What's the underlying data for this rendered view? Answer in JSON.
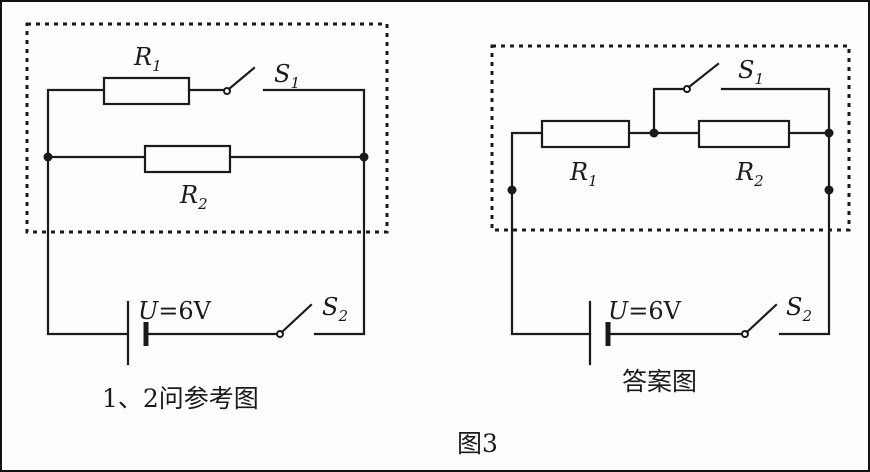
{
  "left_circuit": {
    "r1": {
      "letter": "R",
      "sub": "1"
    },
    "r2": {
      "letter": "R",
      "sub": "2"
    },
    "s1": {
      "letter": "S",
      "sub": "1"
    },
    "s2": {
      "letter": "S",
      "sub": "2"
    },
    "voltage_symbol": "U",
    "voltage_value": "=6V",
    "caption": "1、2问参考图"
  },
  "right_circuit": {
    "r1": {
      "letter": "R",
      "sub": "1"
    },
    "r2": {
      "letter": "R",
      "sub": "2"
    },
    "s1": {
      "letter": "S",
      "sub": "1"
    },
    "s2": {
      "letter": "S",
      "sub": "2"
    },
    "voltage_symbol": "U",
    "voltage_value": "=6V",
    "caption": "答案图"
  },
  "figure_title": "图3"
}
